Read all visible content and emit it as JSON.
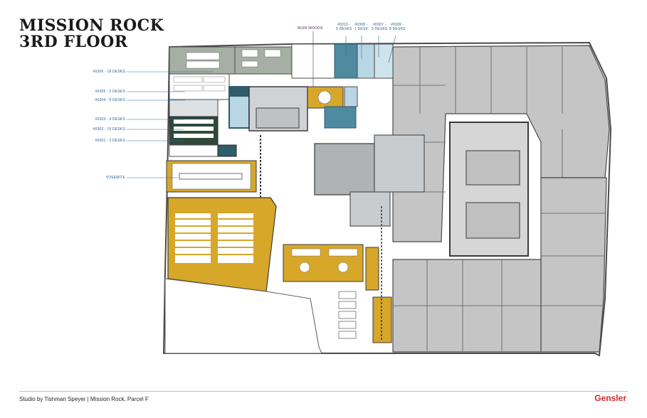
{
  "title": {
    "line1": "MISSION ROCK",
    "line2": "3RD FLOOR"
  },
  "labels": {
    "muir_woods": "MUIR WOODS",
    "top_rooms": [
      {
        "code": "#0310 -",
        "desks": "5 DESKS"
      },
      {
        "code": "#0308 -",
        "desks": "1 DESK"
      },
      {
        "code": "#0307 -",
        "desks": "3 DESKS"
      },
      {
        "code": "#0309 -",
        "desks": "8 DESKS"
      }
    ],
    "left_rooms": [
      "#0306 - 18 DESKS",
      "#0305 - 2 DESKS",
      "#0304 - 8 DESKS",
      "#0303 - 4 DESKS",
      "#0302 - 15 DESKS",
      "#0301 - 2 DESKS",
      "YOSEMITE"
    ]
  },
  "footer": {
    "text": "Studio by Tishman Speyer | Mission Rock, Parcel F",
    "brand": "Gensler"
  },
  "colors": {
    "gold": "#d7a72a",
    "teal": "#2f5d6b",
    "green_gray": "#a5afa3",
    "dark_green": "#2f4a3b",
    "light_blue": "#b9d6e4",
    "gray_unit": "#c5c5c5",
    "mid_gray": "#b0b3b6",
    "leader": "#2a6ea6",
    "brand_red": "#d8262e"
  }
}
